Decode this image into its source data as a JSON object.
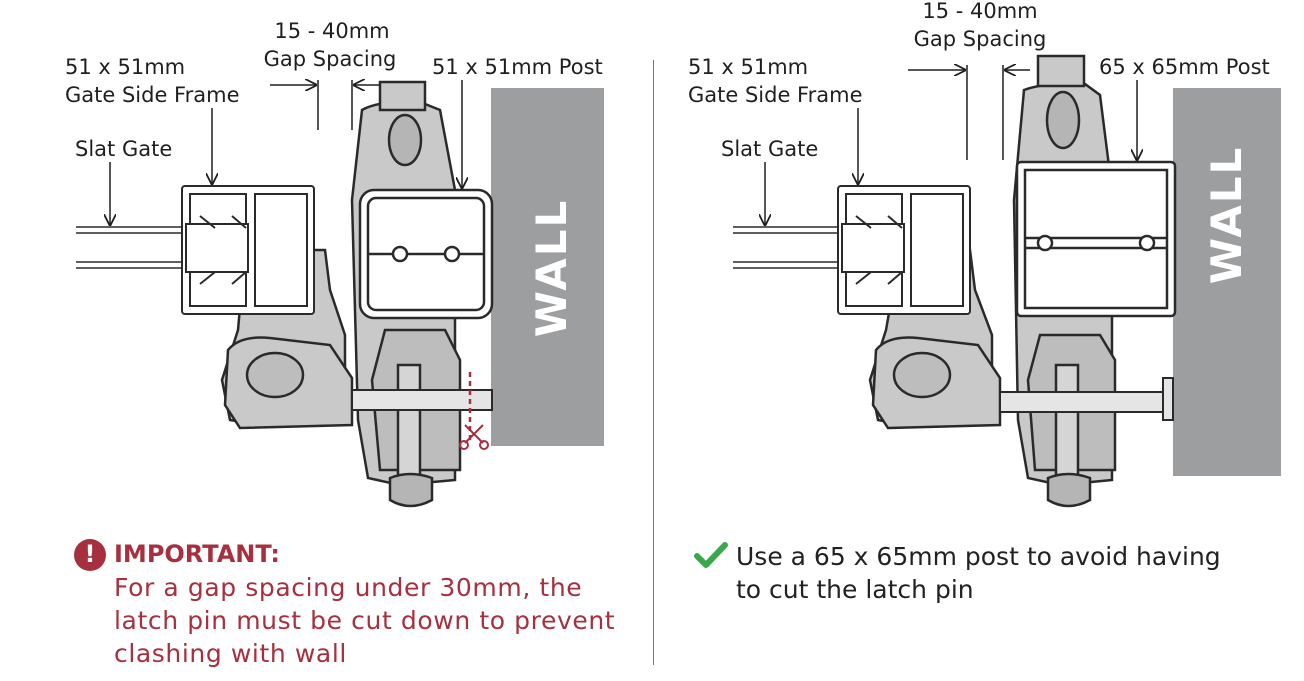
{
  "left_panel": {
    "gap_title": "15 - 40mm",
    "gap_subtitle": "Gap Spacing",
    "frame_line1": "51 x 51mm",
    "frame_line2": "Gate Side Frame",
    "post_label": "51 x 51mm Post",
    "slat_label": "Slat Gate",
    "wall_label": "WALL"
  },
  "right_panel": {
    "gap_title": "15 - 40mm",
    "gap_subtitle": "Gap Spacing",
    "frame_line1": "51 x 51mm",
    "frame_line2": "Gate Side Frame",
    "post_label": "65 x 65mm Post",
    "slat_label": "Slat Gate",
    "wall_label": "WALL"
  },
  "important_note": {
    "icon_glyph": "!",
    "heading": "IMPORTANT:",
    "line1": "For a gap spacing under 30mm, the",
    "line2": "latch pin must be cut down to prevent",
    "line3": "clashing with wall",
    "color": "#a6303f"
  },
  "ok_note": {
    "icon": "checkmark-icon",
    "line1": "Use a 65 x 65mm post to avoid having",
    "line2": "to cut the latch pin",
    "check_color": "#3aa84a"
  },
  "colors": {
    "wall": "#9d9ea0",
    "latch": "#c9c9c9",
    "outline": "#2a2a2a"
  }
}
